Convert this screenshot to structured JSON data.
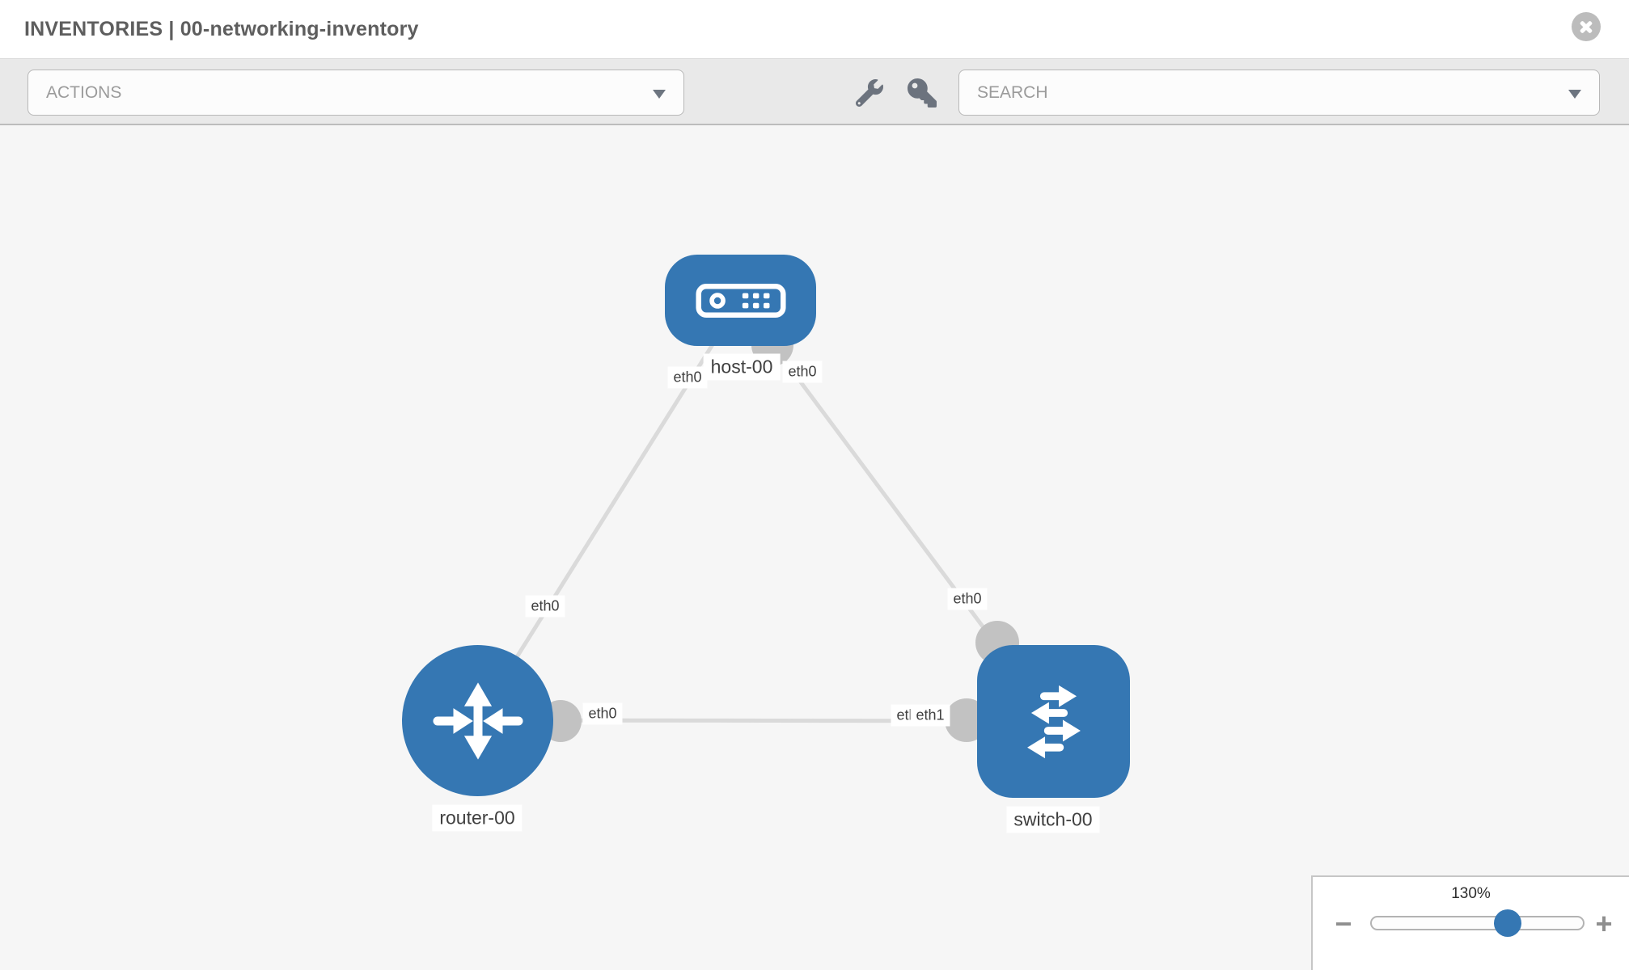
{
  "header": {
    "title": "INVENTORIES | 00-networking-inventory"
  },
  "toolbar": {
    "actions_placeholder": "ACTIONS",
    "search_placeholder": "SEARCH"
  },
  "icons": {
    "close": "circle-x",
    "wrench": "wrench",
    "key": "key",
    "dropdown_chevron": "chevron-down",
    "zoom_out": "minus",
    "zoom_in": "plus"
  },
  "topology": {
    "nodes": [
      {
        "name": "host-00",
        "type": "host"
      },
      {
        "name": "router-00",
        "type": "router"
      },
      {
        "name": "switch-00",
        "type": "switch"
      }
    ],
    "links": [
      {
        "from": "host-00",
        "from_if": "eth0",
        "to": "router-00",
        "to_if": "eth0"
      },
      {
        "from": "host-00",
        "from_if": "eth0",
        "to": "switch-00",
        "to_if": "eth0"
      },
      {
        "from": "router-00",
        "from_if": "eth0",
        "to": "switch-00",
        "to_if": "eth1"
      }
    ],
    "interface_labels": {
      "host_end_to_router": "eth0",
      "host_end_to_switch": "eth0",
      "router_end_to_host": "eth0",
      "switch_end_to_host": "eth0",
      "router_end_to_switch": "eth0",
      "switch_end_to_router_overlapped": "eth0",
      "switch_end_to_router": "eth1"
    }
  },
  "zoom_control": {
    "level": "130%",
    "minus_label": "−",
    "plus_label": "+"
  },
  "colors": {
    "node_blue": "#3577b3",
    "link_gray": "#dadada",
    "interface_dot_gray": "#c2c2c2",
    "canvas_bg": "#f6f6f6",
    "toolbar_bg": "#e9e9e9"
  }
}
